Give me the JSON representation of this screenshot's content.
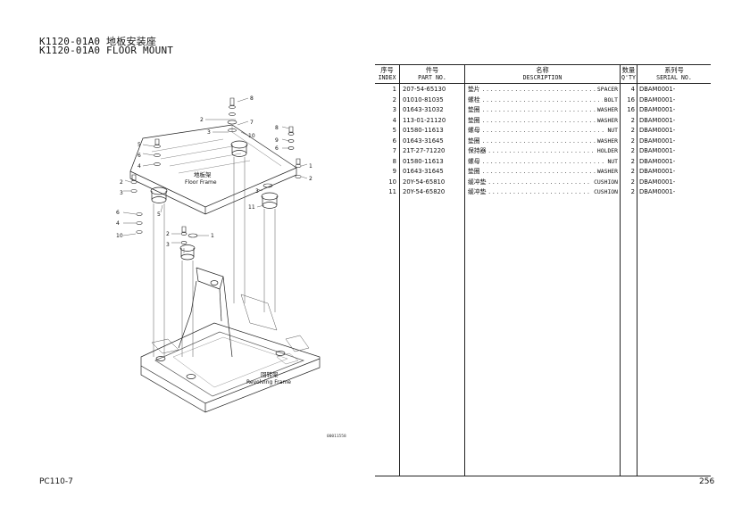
{
  "title": {
    "line1": "K1120-01A0 地板安装座",
    "line2": "K1120-01A0 FLOOR MOUNT"
  },
  "diagram": {
    "floor_frame_zh": "地板架",
    "floor_frame_en": "Floor Frame",
    "revolving_frame_zh": "回转架",
    "revolving_frame_en": "Revolving Frame",
    "drawing_number": "00011558",
    "callouts": [
      "8",
      "2",
      "7",
      "3",
      "10",
      "8",
      "9",
      "6",
      "5",
      "6",
      "4",
      "2",
      "3",
      "1",
      "2",
      "3",
      "11",
      "5",
      "6",
      "4",
      "10",
      "2",
      "1",
      "3"
    ]
  },
  "table": {
    "headers": {
      "index_zh": "序号",
      "index_en": "INDEX",
      "part_zh": "件号",
      "part_en": "PART NO.",
      "desc_zh": "名称",
      "desc_en": "DESCRIPTION",
      "qty_zh": "数量",
      "qty_en": "Q'TY",
      "serial_zh": "系列号",
      "serial_en": "SERIAL NO."
    },
    "rows": [
      {
        "index": "1",
        "part": "207-54-65130",
        "desc_zh": "垫片",
        "desc_en": "SPACER",
        "qty": "4",
        "serial": "DBAM0001-"
      },
      {
        "index": "2",
        "part": "01010-81035",
        "desc_zh": "螺栓",
        "desc_en": "BOLT",
        "qty": "16",
        "serial": "DBAM0001-"
      },
      {
        "index": "3",
        "part": "01643-31032",
        "desc_zh": "垫圈",
        "desc_en": "WASHER",
        "qty": "16",
        "serial": "DBAM0001-"
      },
      {
        "index": "4",
        "part": "113-01-21120",
        "desc_zh": "垫圈",
        "desc_en": "WASHER",
        "qty": "2",
        "serial": "DBAM0001-"
      },
      {
        "index": "5",
        "part": "01580-11613",
        "desc_zh": "螺母",
        "desc_en": "NUT",
        "qty": "2",
        "serial": "DBAM0001-"
      },
      {
        "index": "6",
        "part": "01643-31645",
        "desc_zh": "垫圈",
        "desc_en": "WASHER",
        "qty": "2",
        "serial": "DBAM0001-"
      },
      {
        "index": "7",
        "part": "21T-27-71220",
        "desc_zh": "保持器",
        "desc_en": "HOLDER",
        "qty": "2",
        "serial": "DBAM0001-"
      },
      {
        "index": "8",
        "part": "01580-11613",
        "desc_zh": "螺母",
        "desc_en": "NUT",
        "qty": "2",
        "serial": "DBAM0001-"
      },
      {
        "index": "9",
        "part": "01643-31645",
        "desc_zh": "垫圈",
        "desc_en": "WASHER",
        "qty": "2",
        "serial": "DBAM0001-"
      },
      {
        "index": "10",
        "part": "20Y-54-65810",
        "desc_zh": "缓冲垫",
        "desc_en": "CUSHION",
        "qty": "2",
        "serial": "DBAM0001-"
      },
      {
        "index": "11",
        "part": "20Y-54-65820",
        "desc_zh": "缓冲垫",
        "desc_en": "CUSHION",
        "qty": "2",
        "serial": "DBAM0001-"
      }
    ]
  },
  "footer": {
    "model": "PC110-7",
    "page": "256"
  }
}
